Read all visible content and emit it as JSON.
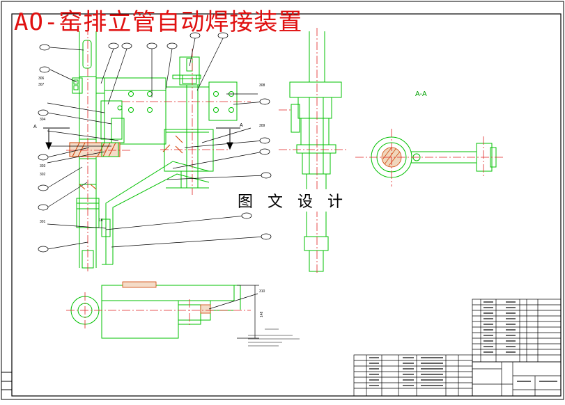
{
  "title": "AO-窑排立管自动焊接装置",
  "watermark": "图 文 设 计",
  "section_label": "A-A",
  "section_marker_left": "A",
  "section_marker_right": "A",
  "labels": {
    "l306": "306",
    "l307": "307",
    "l304": "304",
    "l303": "303",
    "l302": "302",
    "l301": "301",
    "l308": "308",
    "l309": "309",
    "l310": "310",
    "l16": "16",
    "dim148": "148"
  },
  "colors": {
    "part": "#00c000",
    "leader": "#000000",
    "center": "#e02020",
    "hatch": "#d04000",
    "border": "#000000",
    "title": "#e01010"
  }
}
